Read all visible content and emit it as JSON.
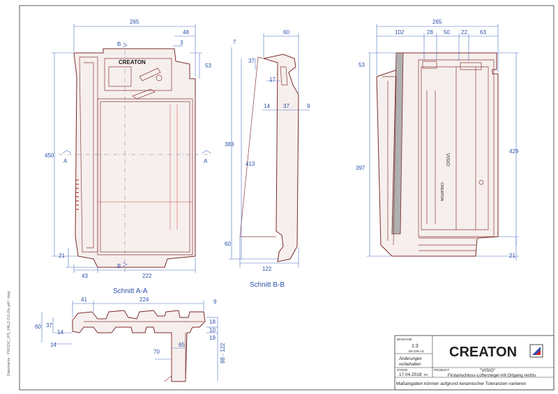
{
  "sheet": {
    "side_note": "Dateiname : PRODZ_VIS_FALZ-OG-Re.pdf / dwg"
  },
  "captions": {
    "section_aa": "Schnitt A-A",
    "section_bb": "Schnitt B-B"
  },
  "section_markers": {
    "a": "A",
    "b": "B"
  },
  "dims_front": {
    "width_265": "265",
    "right_48": "48",
    "right_3": "3",
    "right_53": "53",
    "height_450": "450",
    "bottom_21": "21",
    "bottom_43": "43",
    "bottom_222": "222"
  },
  "dims_bb": {
    "top_7": "7",
    "top_60": "60",
    "top_37": "37",
    "mid_17": "17",
    "mid_14": "14",
    "mid_37": "37",
    "mid_9": "9",
    "h_383": "383",
    "h_413": "413",
    "bot_60": "60",
    "bot_122": "122"
  },
  "dims_rear": {
    "width_265": "265",
    "seg_102": "102",
    "seg_28": "28",
    "seg_50": "50",
    "seg_22": "22",
    "seg_63": "63",
    "left_53": "53",
    "left_397": "397",
    "right_429": "429",
    "right_21": "21",
    "stamp_visio": "VISIO",
    "stamp_creaton": "CREATON"
  },
  "dims_aa": {
    "top_41": "41",
    "top_224": "224",
    "right_9": "9",
    "left_60": "60",
    "left_37": "37",
    "left_14a": "14",
    "left_14b": "14",
    "right_18": "18",
    "right_10": "10",
    "right_19": "19",
    "right_88_122": "88 - 122",
    "bot_70": "70",
    "bot_65": "65"
  },
  "front_logo": "CREATON",
  "title_block": {
    "scale_label": "MASSTAB:",
    "scale_value": "1:3",
    "scale_note": "bei DIN A3",
    "changes_label": "Änderungen",
    "changes_label2": "vorbehalten",
    "status_label": "STAND:",
    "date": "17.04.2018",
    "rev": "Rs",
    "product_label": "PRODUKT:",
    "product_name": "\"VISIO\"",
    "product_desc": "Firstanschluss-Lüfterziegel mit Ortgang rechts",
    "brand": "CREATON",
    "disclaimer": "Maßangaben können aufgrund keramischer Toleranzen variieren"
  },
  "colors": {
    "dimension": "#2b50a8",
    "tile_outline": "#7a2a2a",
    "tile_fill": "#f6efed",
    "logo_text": "#1a1a1a"
  }
}
